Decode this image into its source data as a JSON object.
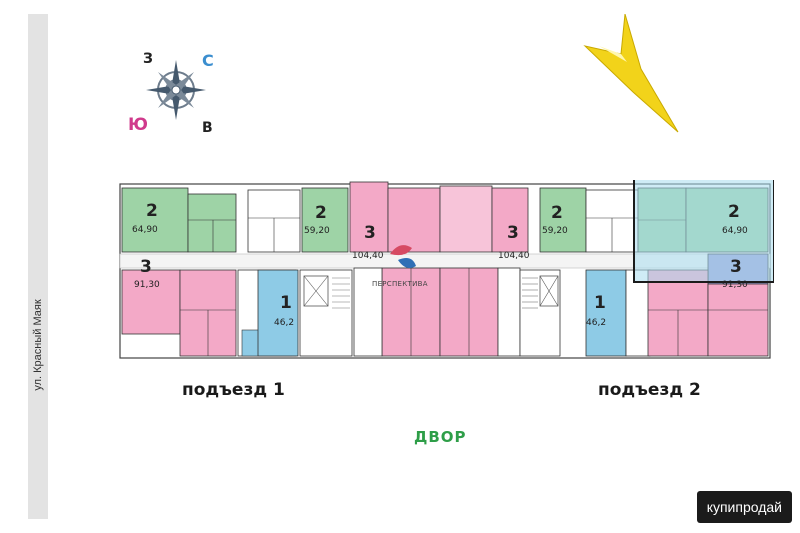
{
  "street": "ул. Красный Маяк",
  "compass": {
    "north": "С",
    "south": "Ю",
    "west": "З",
    "east": "В"
  },
  "logo": "ПЕРСПЕКТИВА",
  "apartments": [
    {
      "rooms": "2",
      "area": "64,90"
    },
    {
      "rooms": "3",
      "area": "91,30"
    },
    {
      "rooms": "2",
      "area": "59,20"
    },
    {
      "rooms": "1",
      "area": "46,2"
    },
    {
      "rooms": "3",
      "area": "104,40"
    },
    {
      "rooms": "3",
      "area": "104,40"
    },
    {
      "rooms": "2",
      "area": "59,20"
    },
    {
      "rooms": "1",
      "area": "46,2"
    },
    {
      "rooms": "2",
      "area": "64,90"
    },
    {
      "rooms": "3",
      "area": "91,30"
    }
  ],
  "entrances": [
    "подъезд 1",
    "подъезд 2"
  ],
  "yard": "ДВОР",
  "watermark": "купипродай",
  "colors": {
    "two_room": "#9ed3a6",
    "three_room": "#f3a9c7",
    "one_room": "#8ecbe6",
    "highlight": "#a7dcee",
    "arrow": "#f2d31a",
    "yard": "#2e9e48"
  }
}
